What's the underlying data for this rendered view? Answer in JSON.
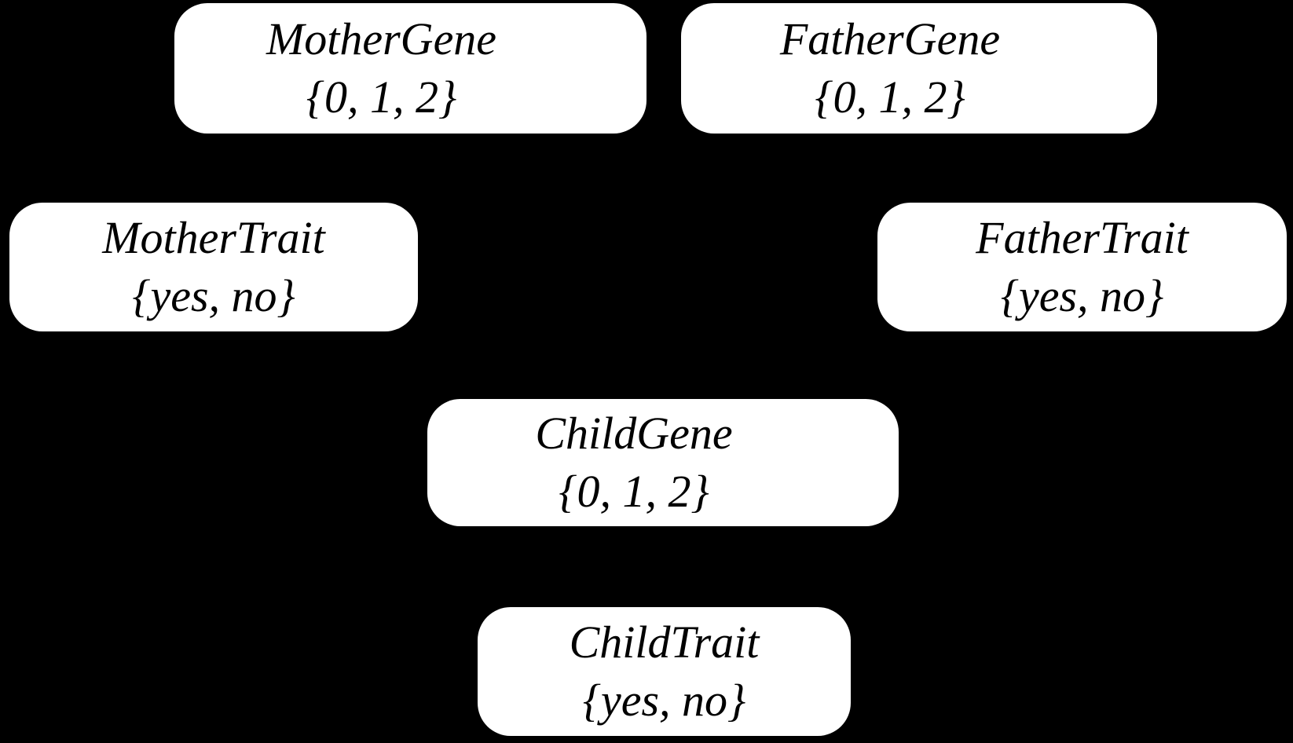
{
  "diagram": {
    "type": "bayesian-network",
    "background_color": "#000000",
    "node_fill_color": "#ffffff",
    "node_text_color": "#000000",
    "nodes": [
      {
        "id": "mother-gene",
        "label": "MotherGene",
        "values": "{0, 1, 2}"
      },
      {
        "id": "father-gene",
        "label": "FatherGene",
        "values": "{0, 1, 2}"
      },
      {
        "id": "mother-trait",
        "label": "MotherTrait",
        "values": "{yes, no}"
      },
      {
        "id": "father-trait",
        "label": "FatherTrait",
        "values": "{yes, no}"
      },
      {
        "id": "child-gene",
        "label": "ChildGene",
        "values": "{0, 1, 2}"
      },
      {
        "id": "child-trait",
        "label": "ChildTrait",
        "values": "{yes, no}"
      }
    ]
  }
}
